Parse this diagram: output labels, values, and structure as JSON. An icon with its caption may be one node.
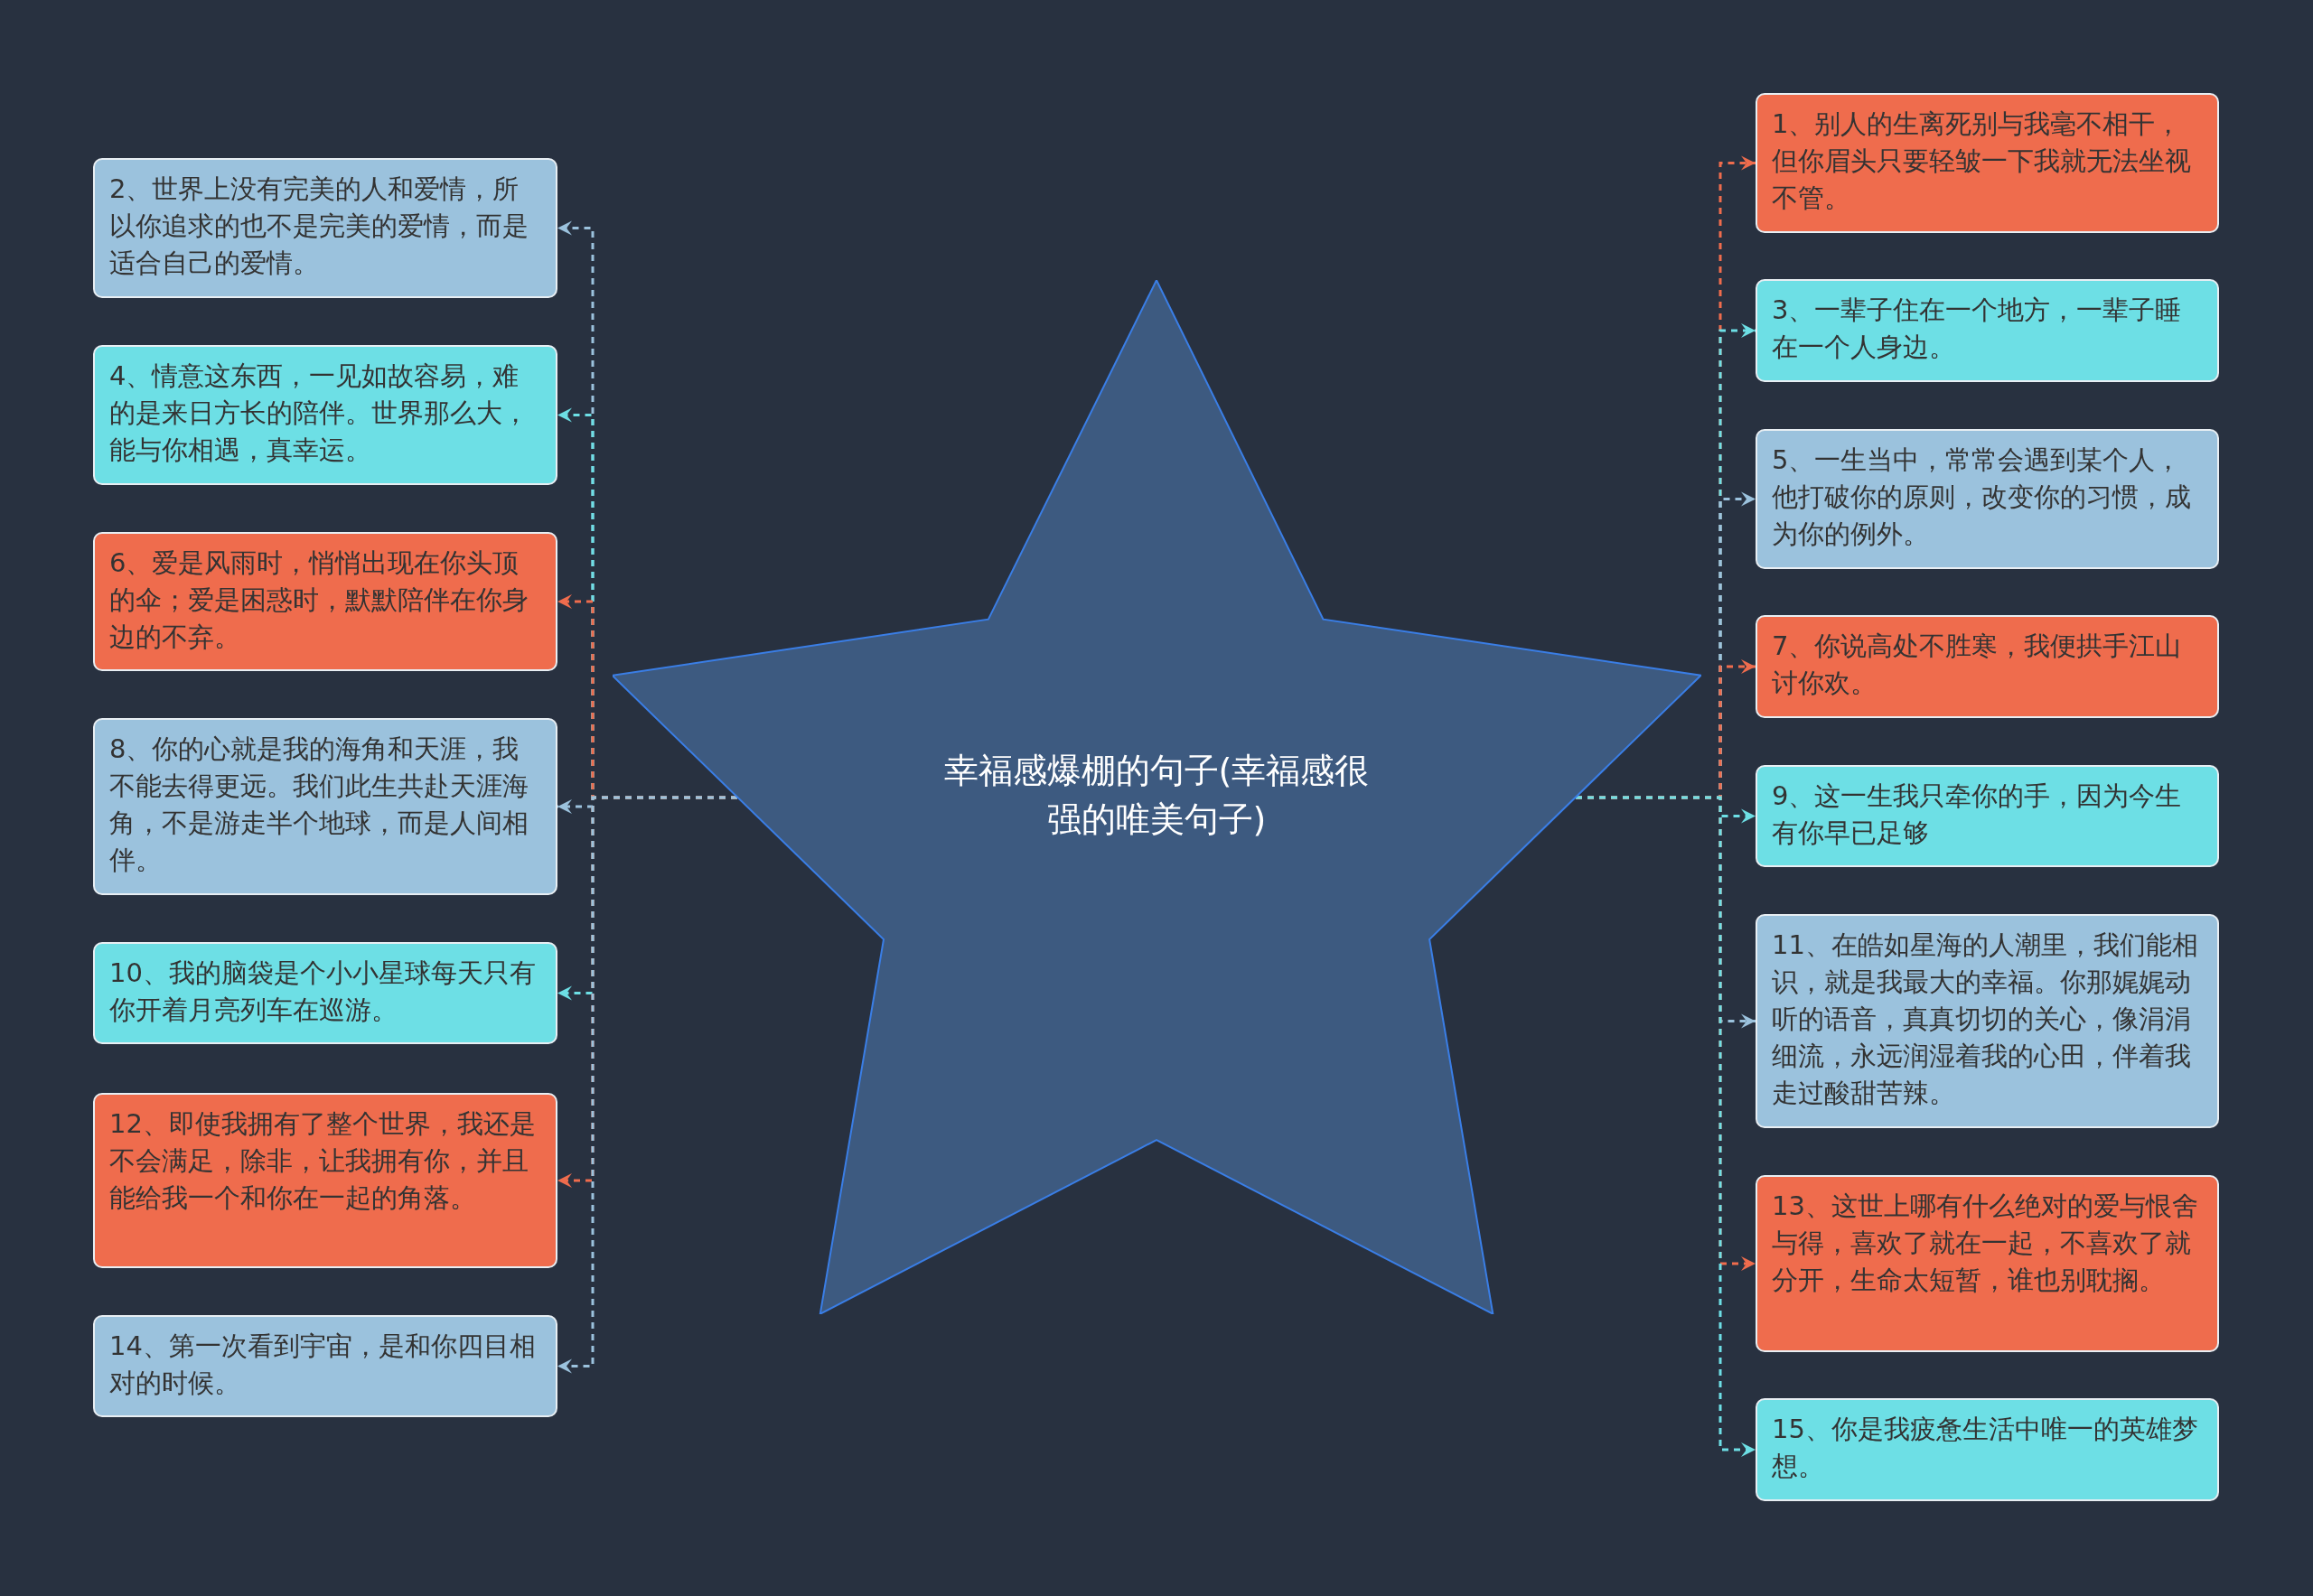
{
  "diagram": {
    "nodes": [
      {
        "text": [
          "幸福感爆棚的句子(幸福感很强的唯美句子)"
        ]
      },
      {
        "text": [
          "1、别人的生离死别与我毫不相干，但你眉头只要轻皱一下我就无法坐视不管。"
        ]
      },
      {
        "text": [
          "2、世界上没有完美的人和爱情，所以你追求的也不是完美的爱情，而是适合自己的爱情。"
        ]
      },
      {
        "text": [
          "3、一辈子住在一个地方，一辈子睡在一个人身边。"
        ]
      },
      {
        "text": [
          "4、情意这东西，一见如故容易，难的是来日方长的陪伴。世界那么大，能与你相遇，真幸运。"
        ]
      },
      {
        "text": [
          "5、一生当中，常常会遇到某个人，他打破你的原则，改变你的习惯，成为你的例外。"
        ]
      },
      {
        "text": [
          "6、爱是风雨时，悄悄出现在你头顶的伞；爱是困惑时，默默陪伴在你身边的不弃。"
        ]
      },
      {
        "text": [
          "7、你说高处不胜寒，我便拱手江山讨你欢。"
        ]
      },
      {
        "text": [
          "8、你的心就是我的海角和天涯，我不能去得更远。我们此生共赴天涯海角，不是游走半个地球，而是人间相伴。"
        ]
      },
      {
        "text": [
          "9、这一生我只牵你的手，因为今生有你早已足够"
        ]
      },
      {
        "text": [
          "10、我的脑袋是个小小星球每天只有你开着月亮列车在巡游。"
        ]
      },
      {
        "text": [
          "11、在皓如星海的人潮里，我们能相识，就是我最大的幸福。你那娓娓动听的语音，真真切切的关心，像涓涓细流，永远润湿着我的心田，伴着我走过酸甜苦辣。"
        ]
      },
      {
        "text": [
          "12、即使我拥有了整个世界，我还是不会满足，除非，让我拥有你，并且能给我一个和你在一起的角落。"
        ]
      },
      {
        "text": [
          "13、这世上哪有什么绝对的爱与恨舍与得，喜欢了就在一起，不喜欢了就分开，生命太短暂，谁也别耽搁。"
        ]
      },
      {
        "text": [
          "14、第一次看到宇宙，是和你四目相对的时候。"
        ]
      },
      {
        "text": [
          "15、你是我疲惫生活中唯一的英雄梦想。"
        ]
      }
    ],
    "edges": [
      {
        "from": 0,
        "to": 1,
        "arrow": "to",
        "style": "dashed",
        "color": "#ef6c4d"
      },
      {
        "from": 0,
        "to": 2,
        "arrow": "to",
        "style": "dashed",
        "color": "#9bc2dd"
      },
      {
        "from": 0,
        "to": 3,
        "arrow": "to",
        "style": "dashed",
        "color": "#6ddfe5"
      },
      {
        "from": 0,
        "to": 4,
        "arrow": "to",
        "style": "dashed",
        "color": "#6ddfe5"
      },
      {
        "from": 0,
        "to": 5,
        "arrow": "to",
        "style": "dashed",
        "color": "#9bc2dd"
      },
      {
        "from": 0,
        "to": 6,
        "arrow": "to",
        "style": "dashed",
        "color": "#ef6c4d"
      },
      {
        "from": 0,
        "to": 7,
        "arrow": "to",
        "style": "dashed",
        "color": "#ef6c4d"
      },
      {
        "from": 0,
        "to": 8,
        "arrow": "to",
        "style": "dashed",
        "color": "#9bc2dd"
      },
      {
        "from": 0,
        "to": 9,
        "arrow": "to",
        "style": "dashed",
        "color": "#6ddfe5"
      },
      {
        "from": 0,
        "to": 10,
        "arrow": "to",
        "style": "dashed",
        "color": "#6ddfe5"
      },
      {
        "from": 0,
        "to": 11,
        "arrow": "to",
        "style": "dashed",
        "color": "#9bc2dd"
      },
      {
        "from": 0,
        "to": 12,
        "arrow": "to",
        "style": "dashed",
        "color": "#ef6c4d"
      },
      {
        "from": 0,
        "to": 13,
        "arrow": "to",
        "style": "dashed",
        "color": "#ef6c4d"
      },
      {
        "from": 0,
        "to": 14,
        "arrow": "to",
        "style": "dashed",
        "color": "#9bc2dd"
      },
      {
        "from": 0,
        "to": 15,
        "arrow": "to",
        "style": "dashed",
        "color": "#6ddfe5"
      }
    ]
  }
}
